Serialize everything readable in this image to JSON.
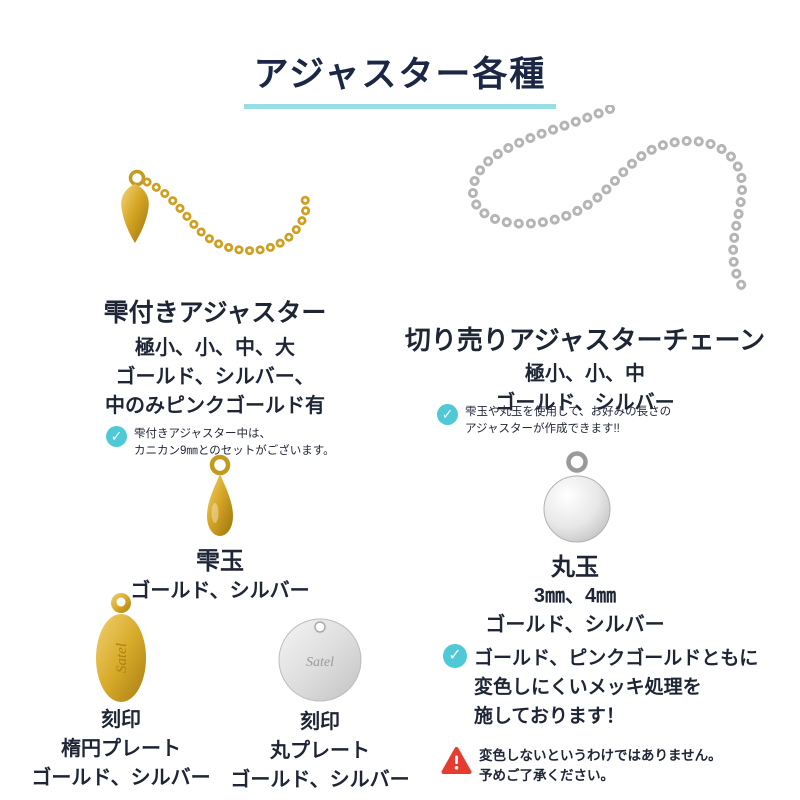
{
  "title": "アジャスター各種",
  "drop_adjuster": {
    "heading": "雫付きアジャスター",
    "line1": "極小、小、中、大",
    "line2": "ゴールド、シルバー、",
    "line3": "中のみピンクゴールド有",
    "note1": "雫付きアジャスター中は、",
    "note2": "カニカン9㎜とのセットがございます。"
  },
  "cut_chain": {
    "heading": "切り売りアジャスターチェーン",
    "line1": "極小、小、中",
    "line2": "ゴールド、シルバー",
    "note1": "雫玉や丸玉を使用して、お好みの長さの",
    "note2": "アジャスターが作成できます!!"
  },
  "drop_bead": {
    "heading": "雫玉",
    "line1": "ゴールド、シルバー"
  },
  "round_bead": {
    "heading": "丸玉",
    "line1": "3㎜、4㎜",
    "line2": "ゴールド、シルバー"
  },
  "oval_plate": {
    "line1": "刻印",
    "line2": "楕円プレート",
    "line3": "ゴールド、シルバー",
    "engraving": "Satel"
  },
  "round_plate": {
    "line1": "刻印",
    "line2": "丸プレート",
    "line3": "ゴールド、シルバー",
    "engraving": "Satel"
  },
  "plating_note": {
    "line1": "ゴールド、ピンクゴールドともに",
    "line2": "変色しにくいメッキ処理を",
    "line3": "施しております！"
  },
  "warning": {
    "line1": "変色しないというわけではありません。",
    "line2": "予めご了承ください。"
  },
  "icons": {
    "check": "✓"
  },
  "colors": {
    "title": "#1c2745",
    "underline": "#97dfe5",
    "check": "#4fc9d6",
    "warning_red": "#e63c30",
    "gold": "#d2a11e",
    "silver": "#bdbdbd"
  }
}
